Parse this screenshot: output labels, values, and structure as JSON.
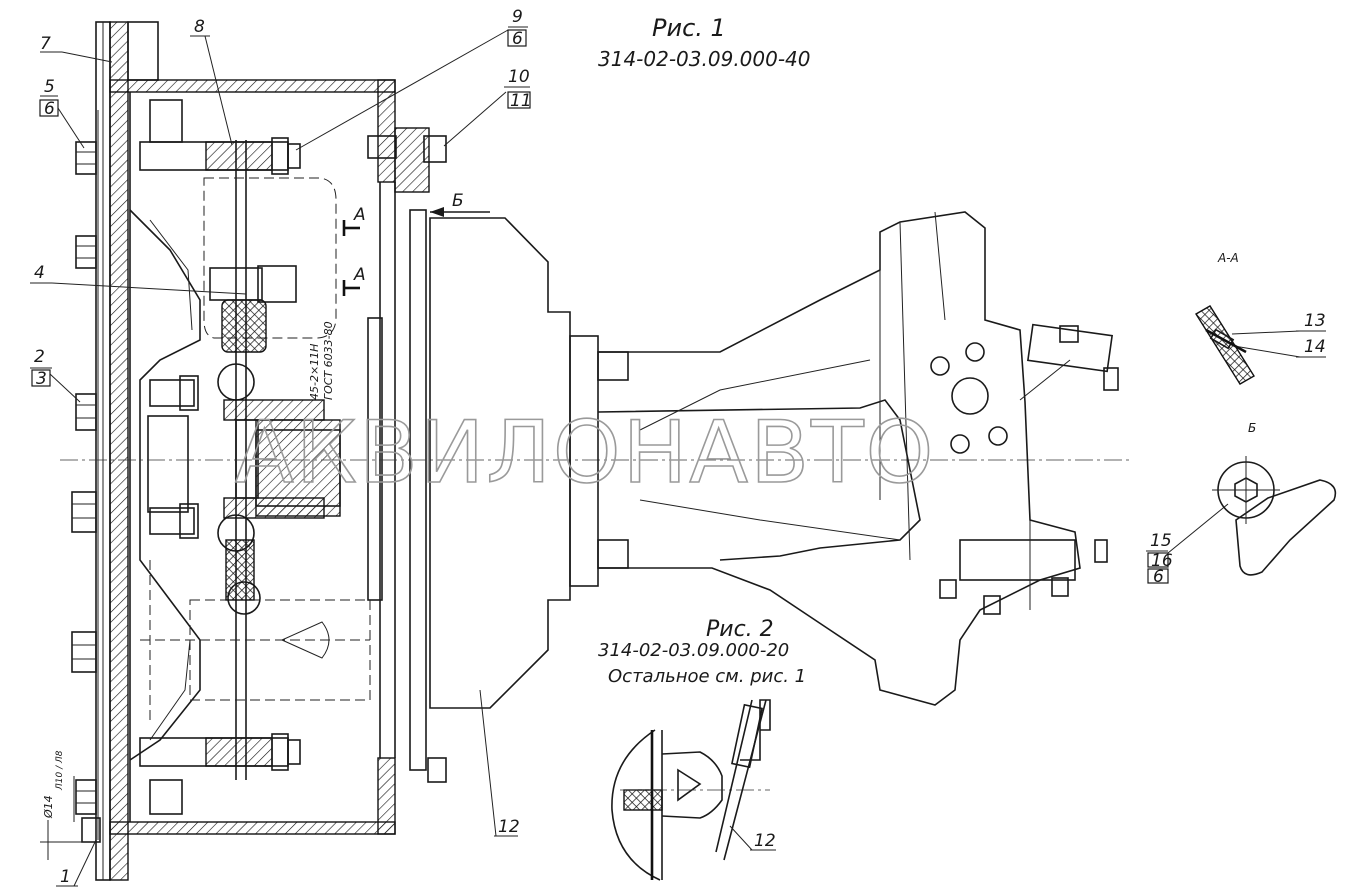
{
  "fig1": {
    "title": "Рис. 1",
    "code": "314-02-03.09.000-40"
  },
  "fig2": {
    "title": "Рис. 2",
    "code": "314-02-03.09.000-20",
    "note": "Остальное см. рис. 1"
  },
  "section_aa": "А-А",
  "view_b": "Б",
  "section_marker": "А",
  "view_arrow_label": "Б",
  "spec_text": "45-2×11Н",
  "spec_std": "ГОСТ 6033-80",
  "dim_text": "Ø14",
  "dim_tol": "Л10 / Л8",
  "watermark": "АКВИЛОНАВТО",
  "callouts": {
    "c1": "1",
    "c2": "2",
    "c2b": "3",
    "c4": "4",
    "c5": "5",
    "c5b": "6",
    "c7": "7",
    "c8": "8",
    "c9": "9",
    "c9b": "6",
    "c10": "10",
    "c10b": "11",
    "c12": "12",
    "c12b": "12",
    "c13": "13",
    "c14": "14",
    "c15": "15",
    "c15b": "16",
    "c15c": "6"
  }
}
